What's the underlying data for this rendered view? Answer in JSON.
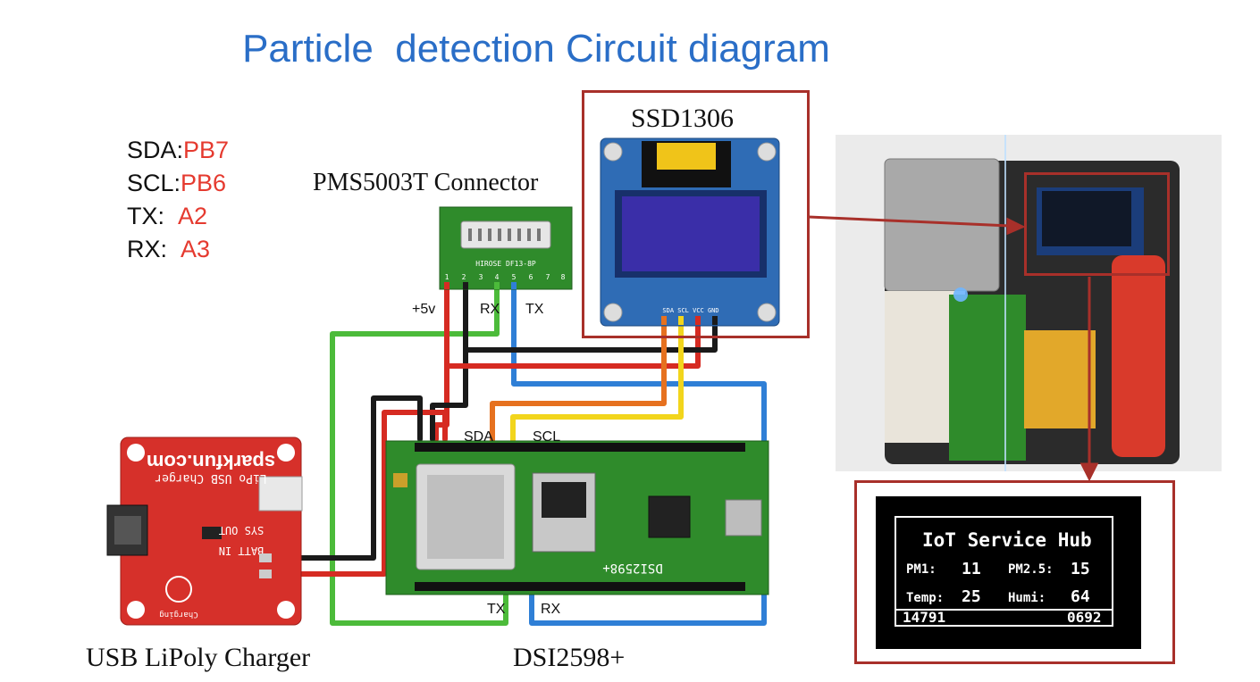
{
  "title": "Particle  detection Circuit diagram",
  "pin_map": [
    {
      "name": "SDA:",
      "value": "PB7"
    },
    {
      "name": "SCL:",
      "value": "PB6"
    },
    {
      "name": "TX:",
      "value": "A2"
    },
    {
      "name": "RX:",
      "value": "A3"
    }
  ],
  "components": {
    "connector": "PMS5003T Connector",
    "oled": "SSD1306",
    "charger": "USB LiPoly Charger",
    "mcu": "DSI2598+"
  },
  "wire_labels": {
    "plus5v": "+5v",
    "rx_top": "RX",
    "tx_top": "TX",
    "sda": "SDA",
    "scl": "SCL",
    "tx_bottom": "TX",
    "rx_bottom": "RX"
  },
  "board_text": {
    "connector_silk": "HIROSE DF13-8P",
    "connector_pins": [
      "1",
      "2",
      "3",
      "4",
      "5",
      "6",
      "7",
      "8"
    ],
    "oled_pins": "SDA SCL VCC GND",
    "charger_brand": "sparkfun.com",
    "charger_title": "LiPo USB Charger",
    "charger_batt": "BATT IN",
    "charger_sys": "SYS OUT",
    "charger_charging": "Charging",
    "mcu_silk": "DSI2598+"
  },
  "oled_display": {
    "title": "IoT Service Hub",
    "pm1_label": "PM1:",
    "pm1_value": "11",
    "pm25_label": "PM2.5:",
    "pm25_value": "15",
    "temp_label": "Temp:",
    "temp_value": "25",
    "humi_label": "Humi:",
    "humi_value": "64",
    "footer_left": "14791",
    "footer_right": "0692"
  },
  "colors": {
    "title": "#2a6ec7",
    "pin_value": "#e53a2f",
    "highlight_box": "#a8302a",
    "wire_red": "#d62b22",
    "wire_black": "#1a1a1a",
    "wire_green": "#4cbb3a",
    "wire_blue": "#2f7fd6",
    "wire_orange": "#e6711f",
    "wire_yellow": "#f2d51c",
    "pcb_green": "#2f8b2b",
    "charger_red": "#d6302a"
  }
}
